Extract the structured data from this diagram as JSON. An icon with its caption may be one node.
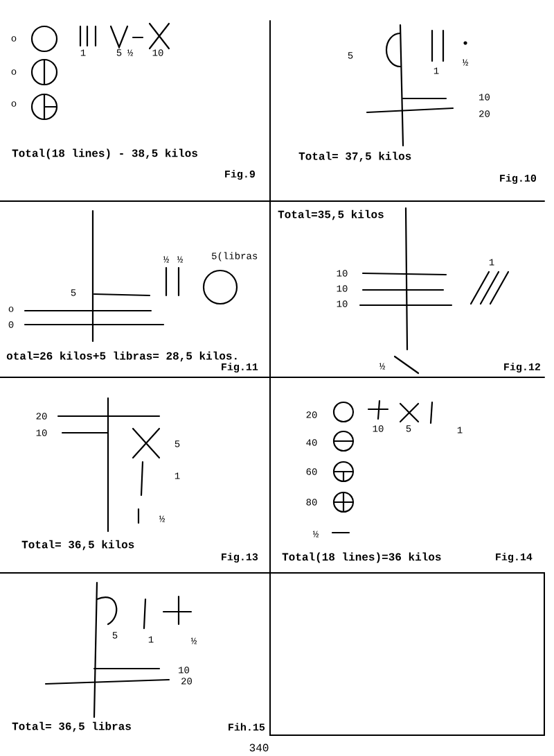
{
  "diagram": {
    "nodes": [
      {
        "text": [
          "o",
          "1",
          "5",
          "½",
          "10",
          "o",
          "o",
          "Total(18 lines) - 38,5 kilos",
          "Fig.9"
        ]
      },
      {
        "text": [
          "5",
          "1",
          "½",
          "10",
          "20",
          "Total= 37,5 kilos",
          "Fig.10"
        ]
      },
      {
        "text": [
          "½",
          "½",
          "5(libras",
          "5",
          "o",
          "0",
          "otal=26 kilos+5 libras= 28,5 kilos.",
          "Fig.11"
        ]
      },
      {
        "text": [
          "Total=35,5 kilos",
          "1",
          "10",
          "10",
          "10",
          "½",
          "Fig.12"
        ]
      },
      {
        "text": [
          "20",
          "10",
          "5",
          "1",
          "½",
          "Total= 36,5 kilos",
          "Fig.13"
        ]
      },
      {
        "text": [
          "20",
          "10",
          "5",
          "1",
          "40",
          "60",
          "80",
          "½",
          "Total(18 lines)=36 kilos",
          "Fig.14"
        ]
      },
      {
        "text": [
          "5",
          "1",
          "½",
          "10",
          "20",
          "Total= 36,5 libras",
          "Fih.15"
        ]
      },
      {
        "text": [],
        "shape": "box"
      }
    ],
    "labels": [
      "340"
    ]
  }
}
